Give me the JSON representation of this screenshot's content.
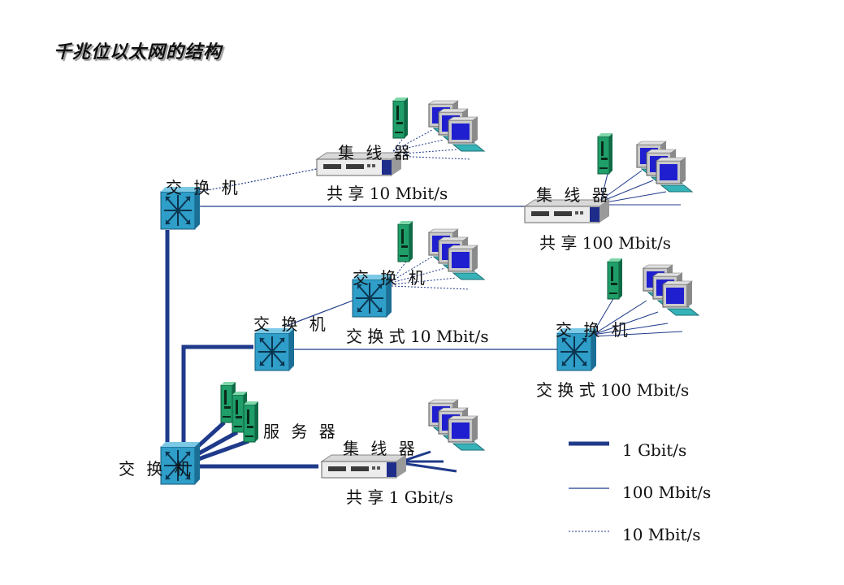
{
  "title": "千兆位以太网的结构",
  "labels": {
    "switch": "交 换 机",
    "hub": "集 线 器",
    "server": "服 务 器"
  },
  "speeds": {
    "shared_10": "共 享 10 Mbit/s",
    "shared_100": "共 享 100 Mbit/s",
    "switched_10": "交 换 式 10 Mbit/s",
    "switched_100": "交 换 式 100 Mbit/s",
    "shared_1g": "共 享 1 Gbit/s"
  },
  "legend": [
    {
      "style": "thick",
      "label": "1 Gbit/s"
    },
    {
      "style": "thin",
      "label": "100 Mbit/s"
    },
    {
      "style": "dotted",
      "label": "10 Mbit/s"
    }
  ],
  "colors": {
    "link": "#1f3a8a",
    "switch_face": "#2f9ec8",
    "server": "#1f9e6a",
    "monitor_screen": "#1f1fd0",
    "pc_body": "#36b3b8"
  }
}
